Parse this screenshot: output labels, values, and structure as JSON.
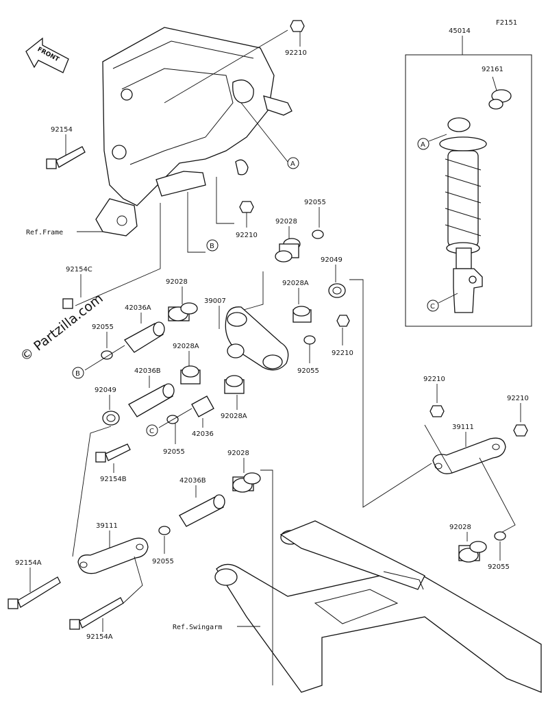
{
  "figure_code": "F2151",
  "watermark": "© Partzilla.com",
  "front_arrow_label": "FRONT",
  "shock_kit": {
    "part_no": "45014"
  },
  "labels": {
    "n92210_top": "92210",
    "n92154": "92154",
    "n92161": "92161",
    "ref_frame": "Ref.Frame",
    "n92055_a": "92055",
    "n92028_a": "92028",
    "n92210_mid": "92210",
    "n92154C": "92154C",
    "n92049_a": "92049",
    "n92028_b": "92028",
    "n39007": "39007",
    "n92028A_a": "92028A",
    "n42036A": "42036A",
    "n92055_b": "92055",
    "n92210_c": "92210",
    "n92028A_b": "92028A",
    "n92055_c": "92055",
    "n42036B_a": "42036B",
    "n92049_b": "92049",
    "n92028A_c": "92028A",
    "n42036": "42036",
    "n92055_d": "92055",
    "n92154B": "92154B",
    "n92210_d": "92210",
    "n92210_e": "92210",
    "n39111_a": "39111",
    "n92028_c": "92028",
    "n42036B_b": "42036B",
    "n39111_b": "39111",
    "n92055_e": "92055",
    "n92154A_a": "92154A",
    "n92154A_b": "92154A",
    "ref_swingarm": "Ref.Swingarm",
    "n92028_d": "92028",
    "n92055_f": "92055"
  },
  "callouts": {
    "a": "A",
    "b": "B",
    "c": "C"
  }
}
